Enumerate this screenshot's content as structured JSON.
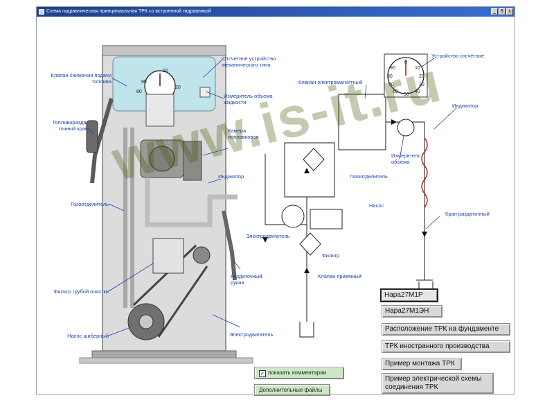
{
  "window": {
    "title": "Схема гидравлическая принципиальная ТРК со встроенной гидравликой",
    "controls": [
      "_",
      "8",
      "x"
    ]
  },
  "labels": {
    "valve_reduce": "Клапан снижения подачи топлива",
    "counter_mech": "Отсчетное устройство механического типа",
    "fuel_nozzle": "Топливоразда-точный кран",
    "volume_meter": "Измеритель объема жидкости",
    "float_chamber": "Камера поплавковая",
    "indicator_left": "Индикатор",
    "gas_separator_left": "Газоотделитель",
    "filter_coarse": "Фильтр грубой очистки",
    "pump_vane": "Насос шиберный",
    "dispense_hose": "Раздаточный рукав",
    "motor_bottom": "Электродвигатель",
    "solenoid_valve": "Клапан электромагнитный",
    "counter_right": "Устройство отсчетное",
    "indicator_right": "Индикатор",
    "meter_right": "Измеритель объема",
    "gas_separator_right": "Газоотделитель",
    "pump_right": "Насос",
    "motor_right": "Электродвигатель",
    "filter_right": "Фильтр",
    "intake_valve": "Клапан приемный",
    "nozzle_right": "Кран раздаточный"
  },
  "dial": {
    "left_ticks": [
      "90",
      "10",
      "80",
      "20"
    ],
    "right_ticks": [
      "90",
      "0",
      "10",
      "80",
      "20",
      "70",
      "30",
      "60",
      "40",
      "50"
    ]
  },
  "nav_buttons": [
    "Нара27М1Р",
    "Нара27М1ЭН",
    "Расположение ТРК на фундаменте",
    "ТРК иностранного производства",
    "Пример монтажа ТРК",
    "Пример электрической схемы соединения ТРК"
  ],
  "options": {
    "show_comments_label": "показать комментарии",
    "show_comments_checked": "✓",
    "extra_files_label": "Дополнительные файлы"
  },
  "watermark": "www.is-it.ru",
  "colors": {
    "label_blue": "#1d3fb0",
    "cabinet_gray": "#d9d9d9",
    "watermark_olive": "#46590a"
  }
}
